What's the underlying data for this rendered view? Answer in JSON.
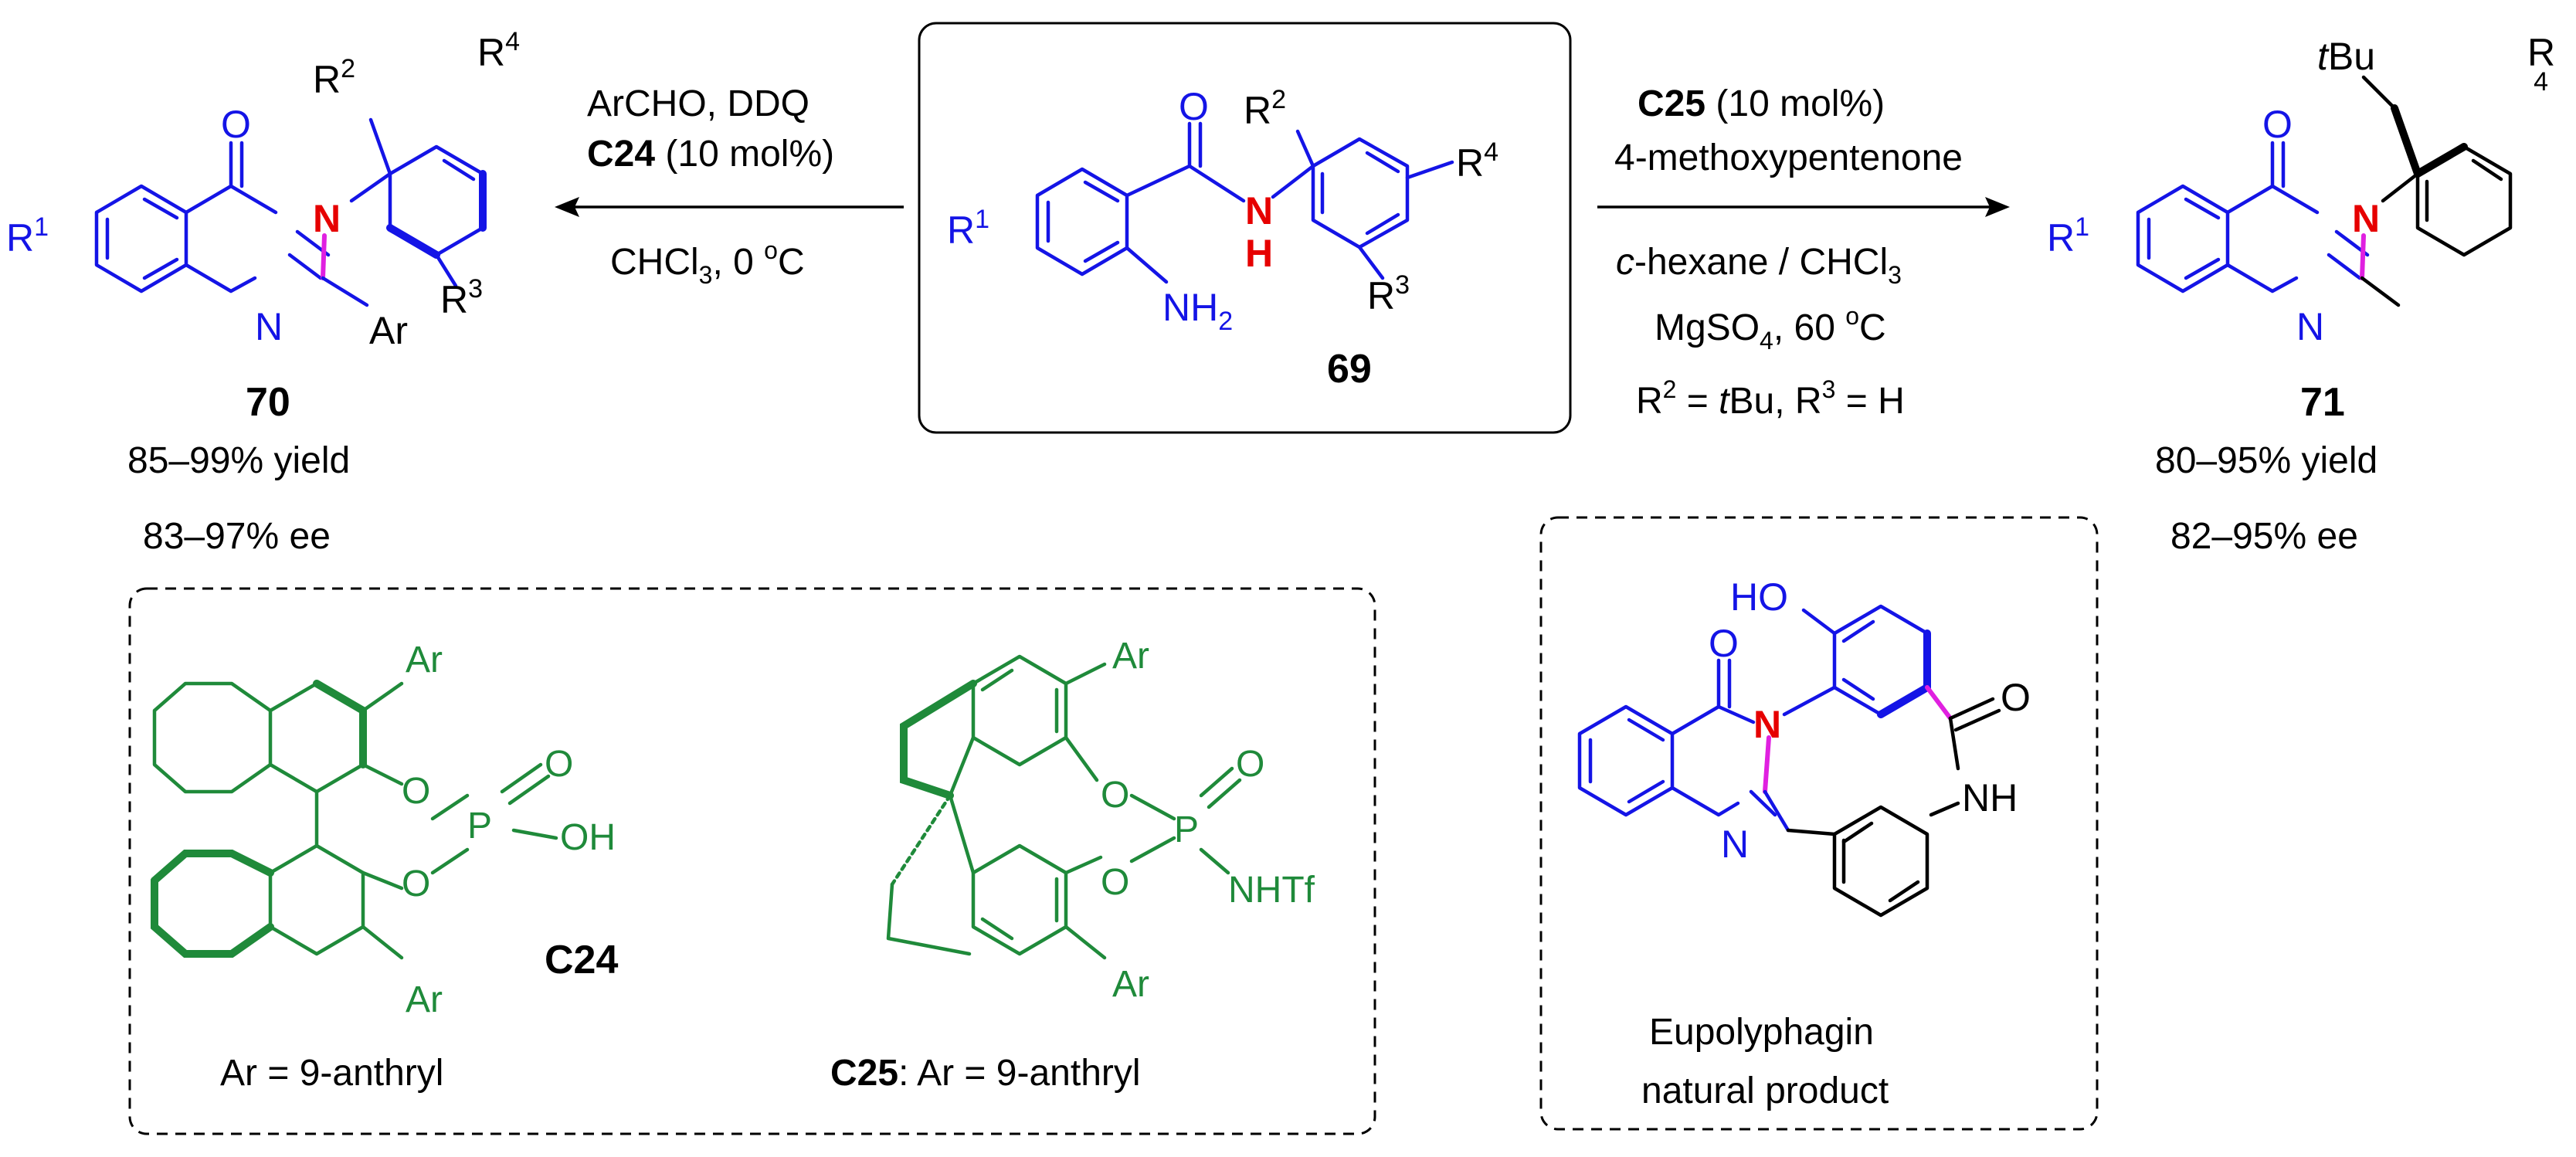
{
  "colors": {
    "core": "#1414e6",
    "catalyst": "#1f8a3a",
    "nitrogen_highlight": "#e60000",
    "new_bond": "#e020e0",
    "text": "#000000"
  },
  "compound_69": {
    "number": "69",
    "labels": {
      "r1": "R",
      "r1_sup": "1",
      "r2": "R",
      "r2_sup": "2",
      "r3": "R",
      "r3_sup": "3",
      "r4": "R",
      "r4_sup": "4",
      "o": "O",
      "n": "N",
      "h": "H",
      "nh": "NH",
      "nh_sub": "2"
    }
  },
  "left_reaction": {
    "line1": "ArCHO, DDQ",
    "cat_bold": "C24",
    "cat_loading": " (10 mol%)",
    "cond_pre": "CHCl",
    "cond_sub": "3",
    "cond_post": ", 0 ",
    "deg": "o",
    "unit": "C"
  },
  "product_70": {
    "number": "70",
    "yield": "85–99% yield",
    "ee": "83–97% ee",
    "labels": {
      "r1": "R",
      "r1_sup": "1",
      "r2": "R",
      "r2_sup": "2",
      "r3": "R",
      "r3_sup": "3",
      "r4": "R",
      "r4_sup": "4",
      "o": "O",
      "n1": "N",
      "n2": "N",
      "ar": "Ar"
    }
  },
  "right_reaction": {
    "cat_bold": "C25",
    "cat_loading": " (10 mol%)",
    "reagent": "4-methoxypentenone",
    "solvent_italic": "c",
    "solvent_a": "-hexane / CHCl",
    "solvent_sub": "3",
    "additive": "MgSO",
    "additive_sub": "4",
    "additive_post": ", 60 ",
    "deg": "o",
    "unit": "C",
    "sub_r": "R",
    "sub_r2": "2",
    "sub_eq": " = ",
    "sub_t": "t",
    "sub_bu": "Bu, R",
    "sub_r3": "3",
    "sub_end": " = H"
  },
  "product_71": {
    "number": "71",
    "yield": "80–95% yield",
    "ee": "82–95% ee",
    "labels": {
      "r1": "R",
      "r1_sup": "1",
      "r4": "R",
      "r4_sup": "4",
      "t": "t",
      "bu": "Bu",
      "o": "O",
      "n1": "N",
      "n2": "N"
    }
  },
  "catalyst_c24": {
    "name": "C24",
    "note": "Ar = 9-anthryl",
    "labels": {
      "ar_top": "Ar",
      "ar_bot": "Ar",
      "o1": "O",
      "o2": "O",
      "o3": "O",
      "p": "P",
      "oh": "OH"
    }
  },
  "catalyst_c25": {
    "name": "C25",
    "note": ": Ar = 9-anthryl",
    "labels": {
      "ar_top": "Ar",
      "ar_bot": "Ar",
      "o1": "O",
      "o2": "O",
      "o3": "O",
      "p": "P",
      "nhtf": "NHTf"
    }
  },
  "natural_product": {
    "name": "Eupolyphagin",
    "caption": "natural product",
    "labels": {
      "ho": "HO",
      "o1": "O",
      "o2": "O",
      "n_red": "N",
      "n2": "N",
      "nh": "NH"
    }
  }
}
